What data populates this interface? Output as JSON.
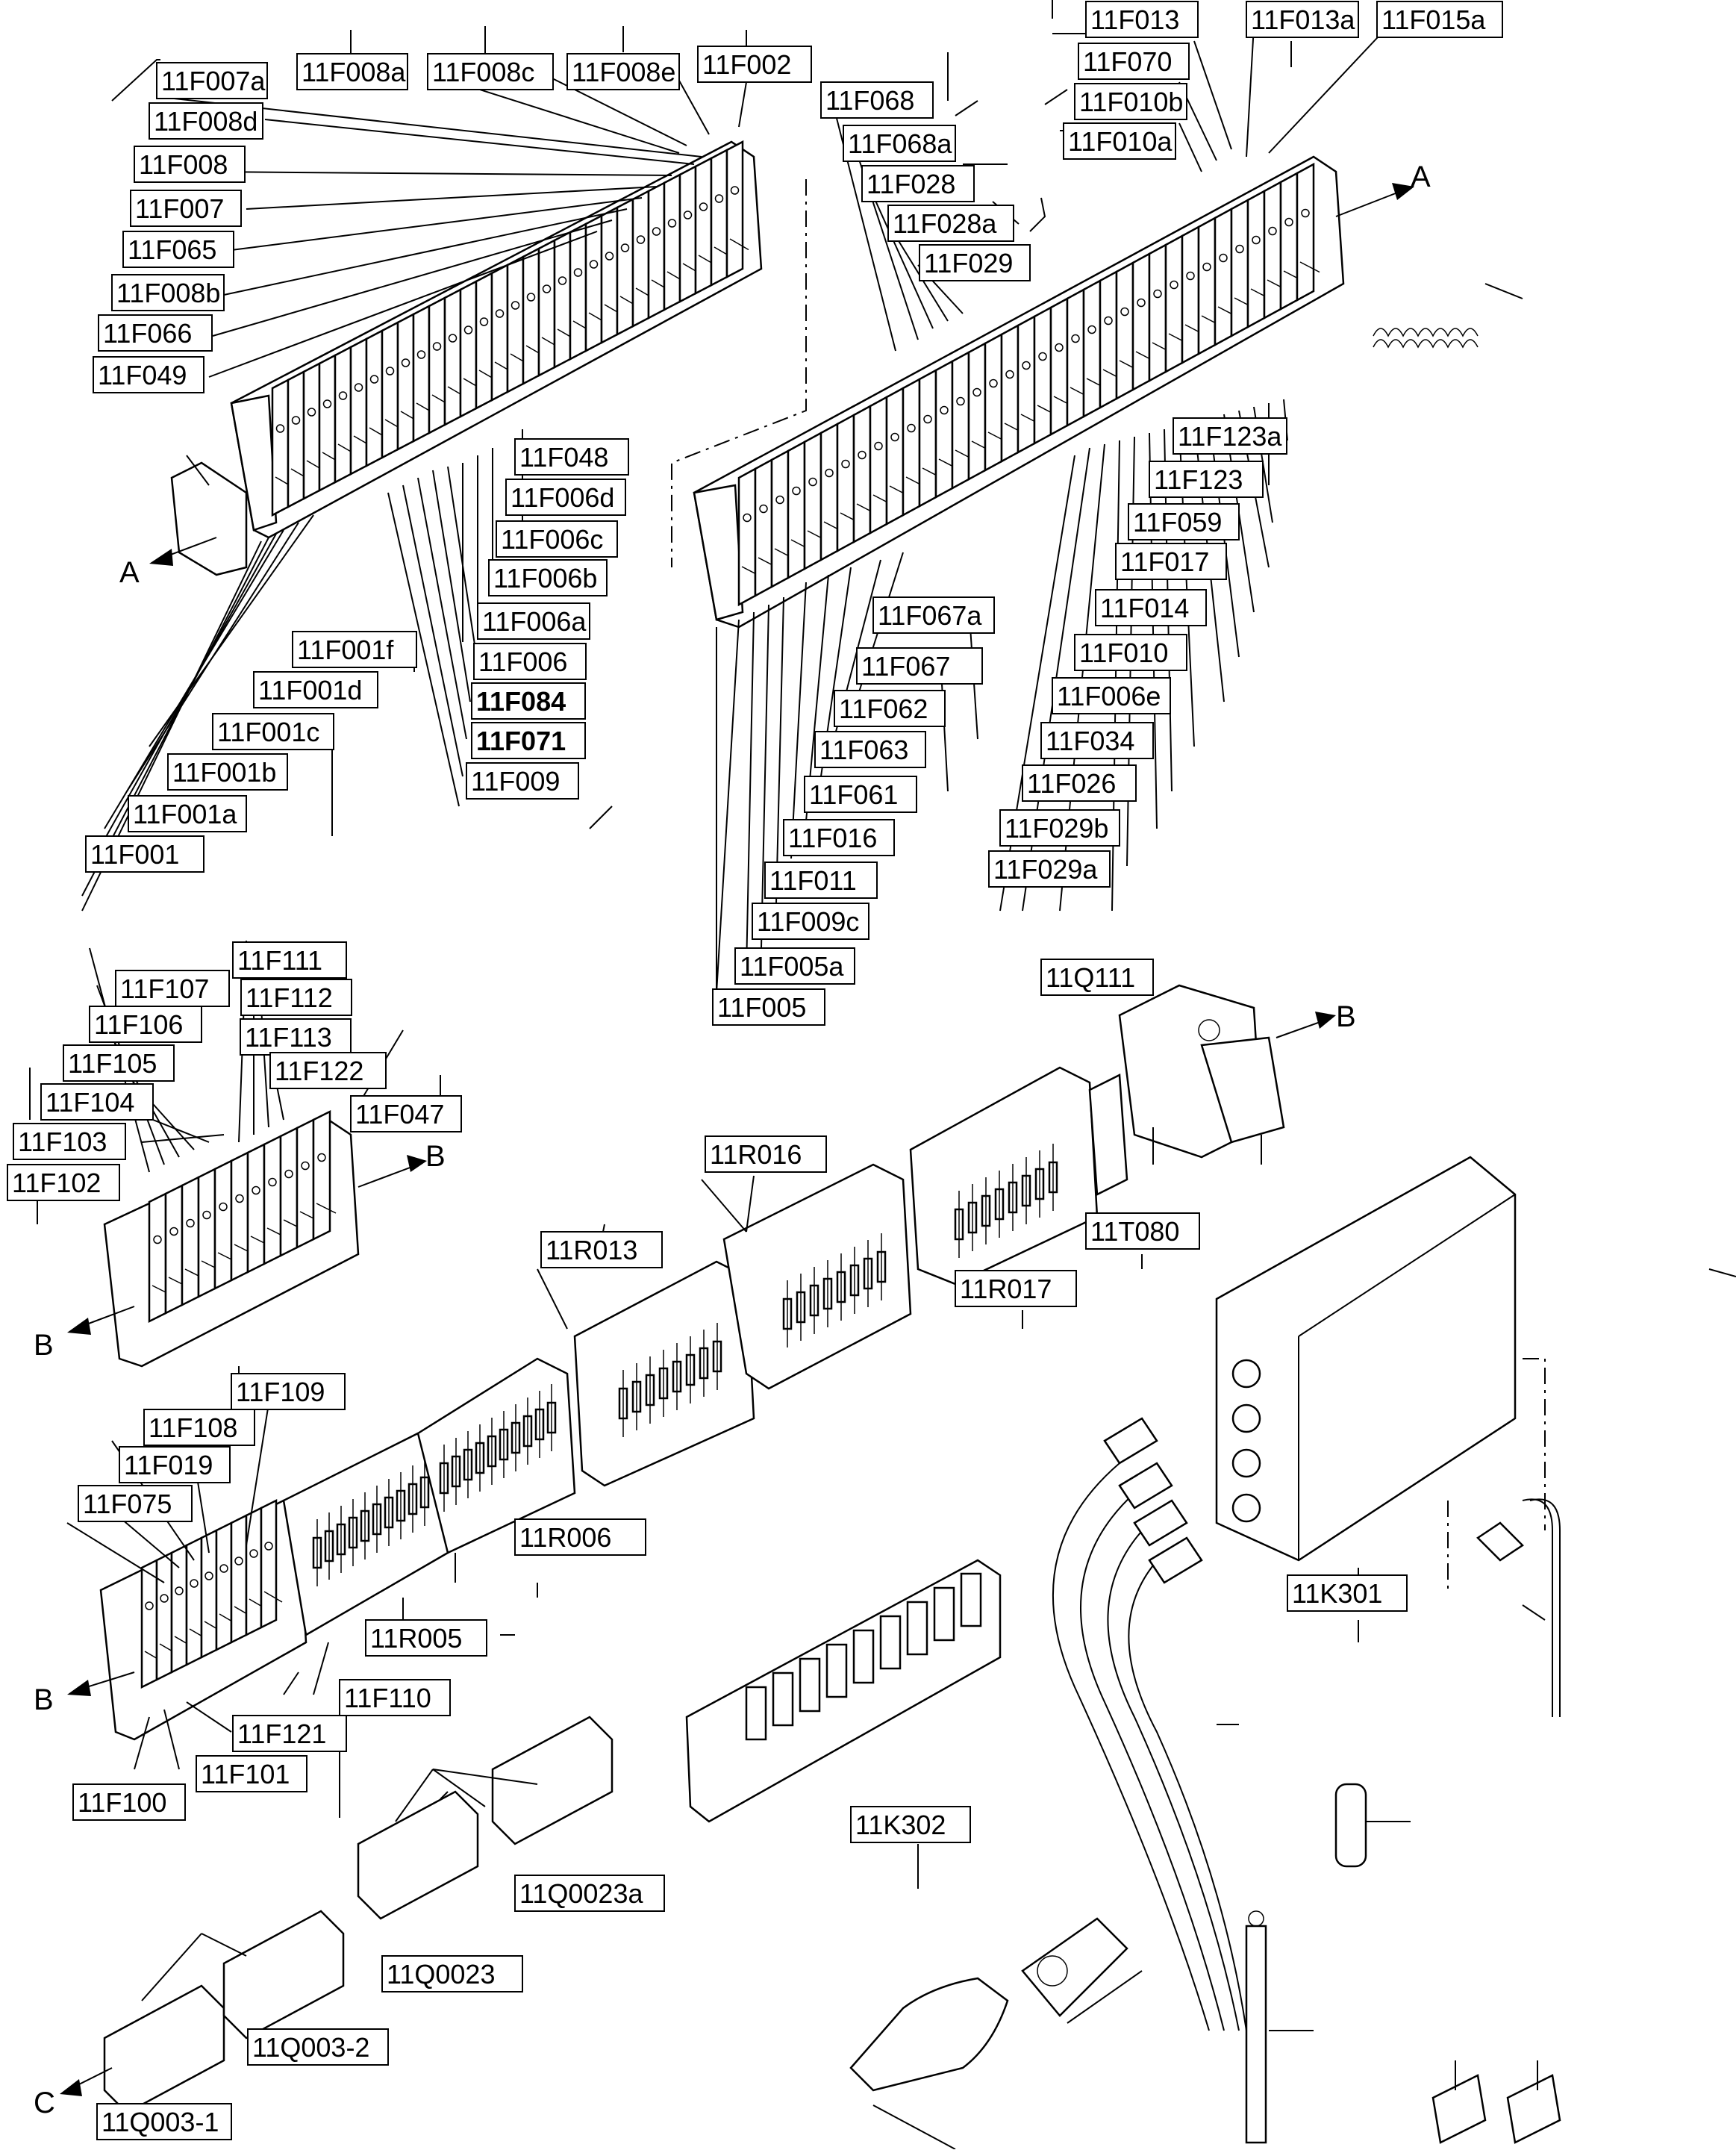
{
  "diagram": {
    "labels": [
      "11F008a",
      "11F008c",
      "11F008e",
      "11F002",
      "11F007a",
      "11F008d",
      "11F008",
      "11F007",
      "11F065",
      "11F008b",
      "11F066",
      "11F049",
      "11F013",
      "11F013a",
      "11F015a",
      "11F070",
      "11F010b",
      "11F010a",
      "11F068",
      "11F068a",
      "11F028",
      "11F028a",
      "11F029",
      "11F048",
      "11F006d",
      "11F006c",
      "11F006b",
      "11F006a",
      "11F006",
      "11F084",
      "11F071",
      "11F009",
      "11F001f",
      "11F001d",
      "11F001c",
      "11F001b",
      "11F001a",
      "11F001",
      "11F123a",
      "11F123",
      "11F059",
      "11F017",
      "11F014",
      "11F010",
      "11F006e",
      "11F034",
      "11F026",
      "11F029b",
      "11F029a",
      "11F067a",
      "11F067",
      "11F062",
      "11F063",
      "11F061",
      "11F016",
      "11F011",
      "11F009c",
      "11F005a",
      "11F005",
      "11F111",
      "11F112",
      "11F113",
      "11F122",
      "11F047",
      "11F107",
      "11F106",
      "11F105",
      "11F104",
      "11F103",
      "11F102",
      "11Q111",
      "11R016",
      "11T080",
      "11R017",
      "11R013",
      "11F109",
      "11F108",
      "11F019",
      "11F075",
      "11R006",
      "11R005",
      "11F110",
      "11F121",
      "11F101",
      "11F100",
      "11K301",
      "11K302",
      "11Q0023a",
      "11Q0023",
      "11Q003-2",
      "11Q003-1"
    ],
    "section_letters": [
      "A",
      "A",
      "B",
      "B",
      "B",
      "C"
    ]
  }
}
